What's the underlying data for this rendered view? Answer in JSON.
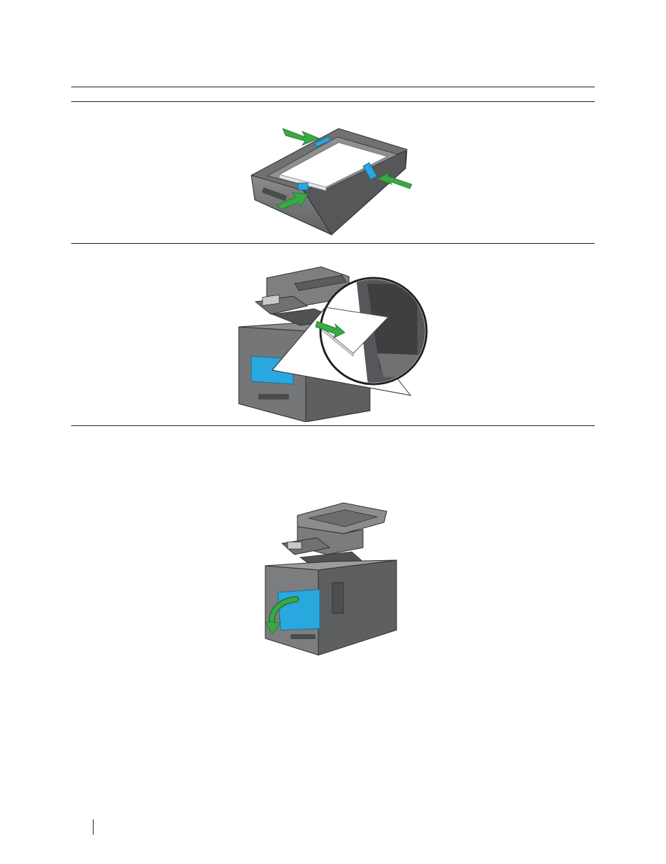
{
  "page": {
    "page_number": ""
  },
  "figures": {
    "tray": {
      "icon": "paper-tray-guides-illustration",
      "accent": "#29a8e0",
      "arrow_color": "#3aa843"
    },
    "mpf": {
      "icon": "printer-mpf-insert-illustration",
      "accent": "#29a8e0",
      "arrow_color": "#3aa843"
    },
    "open": {
      "icon": "printer-open-cover-illustration",
      "accent": "#29a8e0",
      "arrow_color": "#3aa843"
    }
  }
}
